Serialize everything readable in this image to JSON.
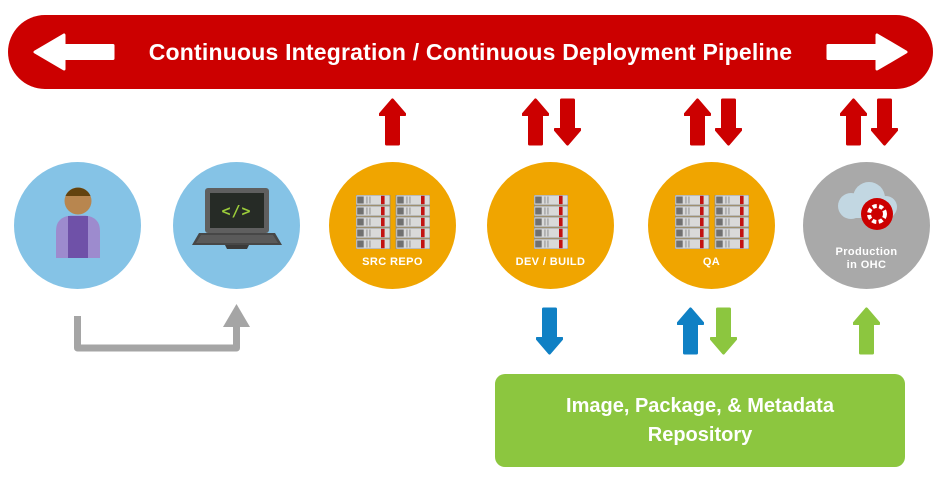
{
  "banner": {
    "title": "Continuous Integration / Continuous Deployment Pipeline"
  },
  "nodes": [
    {
      "id": "developer"
    },
    {
      "id": "workstation",
      "code_text": "</>"
    },
    {
      "id": "src-repo",
      "label": "SRC REPO"
    },
    {
      "id": "dev-build",
      "label": "DEV / BUILD"
    },
    {
      "id": "qa",
      "label": "QA"
    },
    {
      "id": "production",
      "label_line1": "Production",
      "label_line2": "in OHC"
    }
  ],
  "repository": {
    "line1": "Image, Package, & Metadata",
    "line2": "Repository"
  },
  "colors": {
    "pipeline_red": "#cc0000",
    "node_gold": "#f0a500",
    "node_blue": "#85c3e6",
    "node_gray": "#a9a9a9",
    "repo_green": "#8cc63f",
    "arrow_blue": "#0f80c4",
    "connector_gray": "#a5a5a5"
  }
}
